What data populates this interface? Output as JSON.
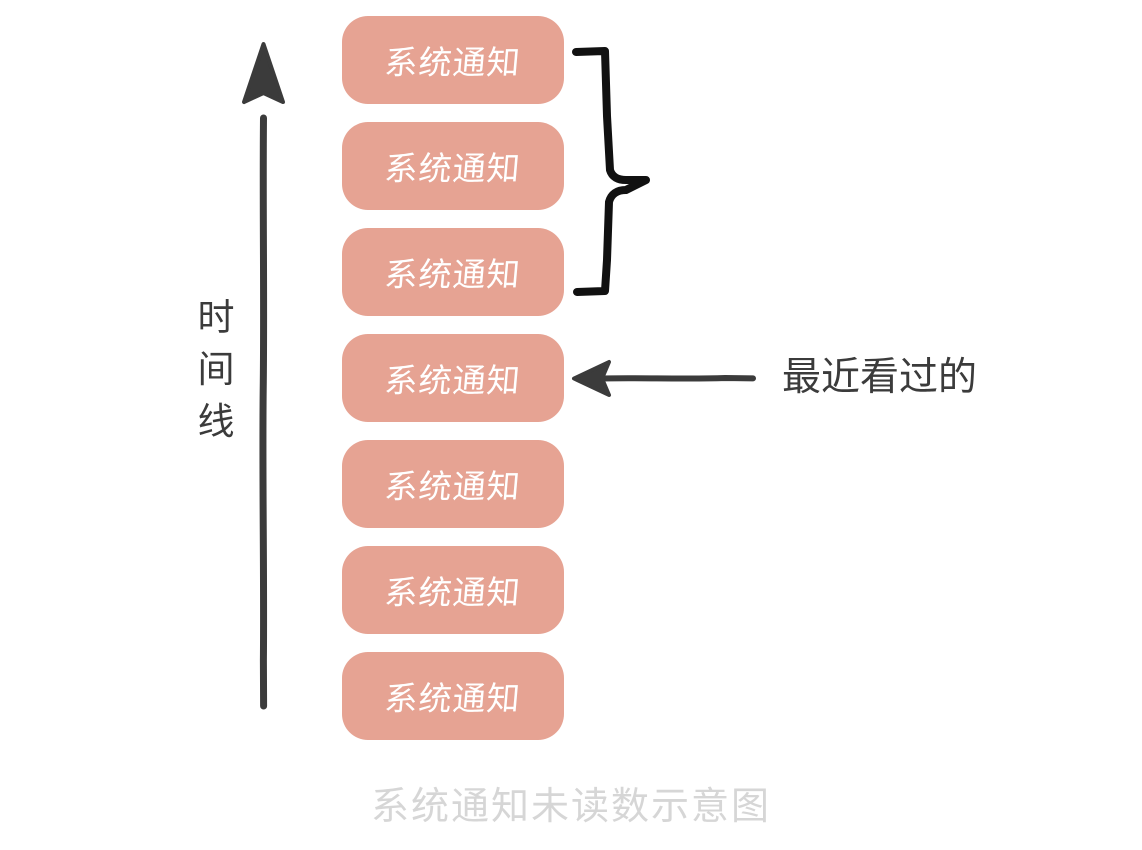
{
  "figure": {
    "caption": "系统通知未读数示意图",
    "caption_color": "#d6d6d6",
    "background_color": "#ffffff"
  },
  "timeline": {
    "axis_name": "time-axis",
    "axis_color": "#3b3b3b",
    "direction": "upward",
    "label_chars": [
      "时",
      "间",
      "线"
    ],
    "label_text": "时间线"
  },
  "cards": {
    "fill_color": "#e6a393",
    "text_color": "#ffffff",
    "items": [
      {
        "label": "系统通知"
      },
      {
        "label": "系统通知"
      },
      {
        "label": "系统通知"
      },
      {
        "label": "系统通知"
      },
      {
        "label": "系统通知"
      },
      {
        "label": "系统通知"
      },
      {
        "label": "系统通知"
      }
    ]
  },
  "annotations": {
    "brace": {
      "name": "unread-group-brace",
      "color": "#111111",
      "spans_cards": [
        1,
        2,
        3
      ],
      "label": ""
    },
    "arrow": {
      "name": "recently-viewed-arrow",
      "color": "#3b3b3b",
      "points_to_card": 4,
      "label": "最近看过的"
    }
  }
}
